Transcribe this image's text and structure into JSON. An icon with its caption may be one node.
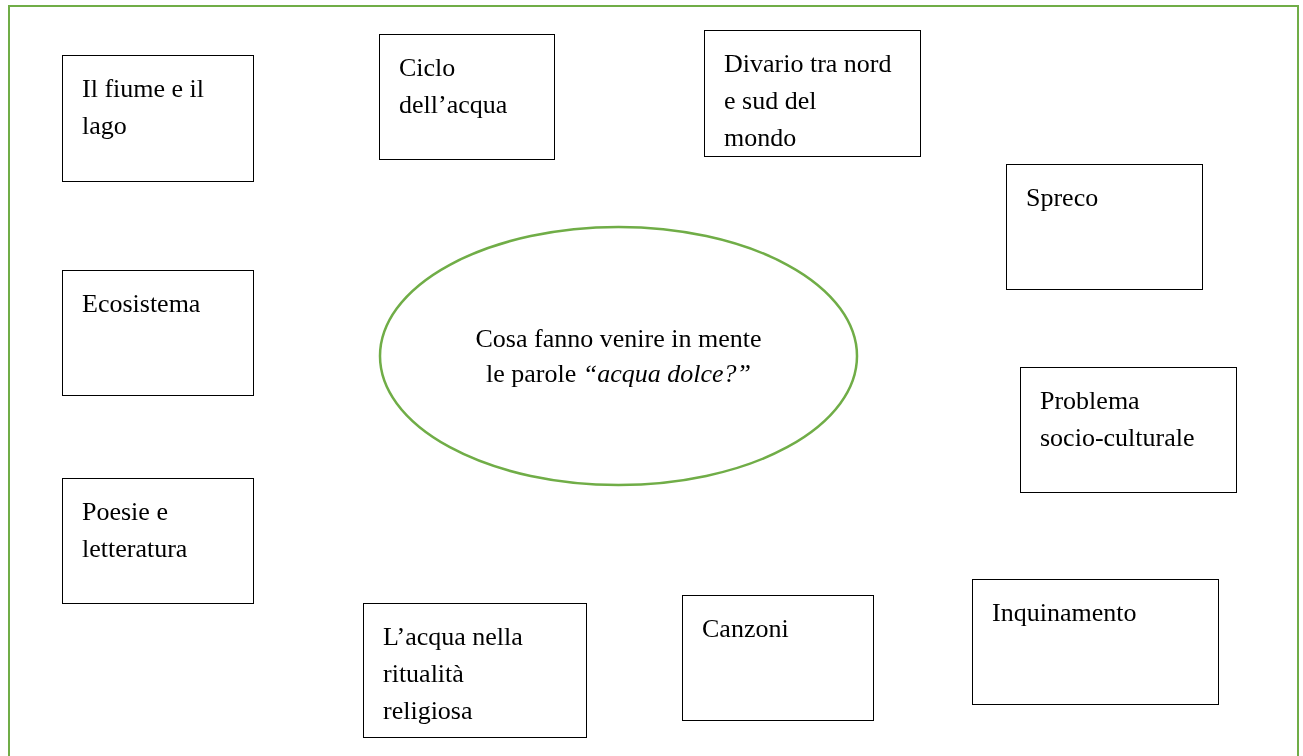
{
  "diagram": {
    "nodes": [
      {
        "text": [
          "Il fiume e il lago"
        ]
      },
      {
        "text": [
          "Ciclo dell’acqua"
        ]
      },
      {
        "text": [
          "Divario tra nord e sud del mondo"
        ]
      },
      {
        "text": [
          "Spreco"
        ]
      },
      {
        "text": [
          "Ecosistema"
        ]
      },
      {
        "text": [
          "Cosa fanno venire in mente le parole *“acqua dolce?”*"
        ]
      },
      {
        "text": [
          "Problema socio-culturale"
        ]
      },
      {
        "text": [
          "Poesie e letteratura"
        ]
      },
      {
        "text": [
          "L’acqua nella ritualità religiosa"
        ]
      },
      {
        "text": [
          "Canzoni"
        ]
      },
      {
        "text": [
          "Inquinamento"
        ]
      }
    ]
  }
}
